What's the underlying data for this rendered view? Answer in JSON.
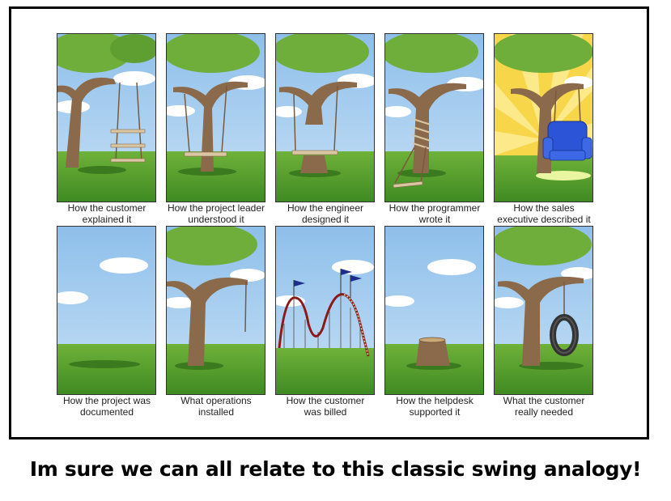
{
  "comic": {
    "panels": [
      {
        "scene": "rope-swing-three-boards",
        "caption": [
          "How the customer",
          "explained it"
        ]
      },
      {
        "scene": "swing-under-tree",
        "caption": [
          "How the project leader",
          "understood it"
        ]
      },
      {
        "scene": "swing-with-cut-trunk",
        "caption": [
          "How the engineer",
          "designed it"
        ]
      },
      {
        "scene": "swing-tangled-on-trunk",
        "caption": [
          "How the programmer",
          "wrote it"
        ]
      },
      {
        "scene": "armchair-swing-sunburst",
        "caption": [
          "How the sales",
          "executive described it"
        ]
      },
      {
        "scene": "empty-grass-field",
        "caption": [
          "How the project was",
          "documented"
        ]
      },
      {
        "scene": "single-rope-on-tree",
        "caption": [
          "What operations",
          "installed"
        ]
      },
      {
        "scene": "roller-coaster",
        "caption": [
          "How the customer",
          "was billed"
        ]
      },
      {
        "scene": "tree-stump",
        "caption": [
          "How the helpdesk",
          "supported it"
        ]
      },
      {
        "scene": "tire-swing",
        "caption": [
          "What the customer",
          "really needed"
        ]
      }
    ]
  },
  "caption": "Im sure we can all relate to this classic swing analogy!",
  "colors": {
    "sky": "#a9cdee",
    "grass": "#5aa030",
    "foliage": "#6fae3b",
    "trunk": "#8a6a4a",
    "sun": "#f6c81c",
    "chair": "#2b55d6"
  }
}
